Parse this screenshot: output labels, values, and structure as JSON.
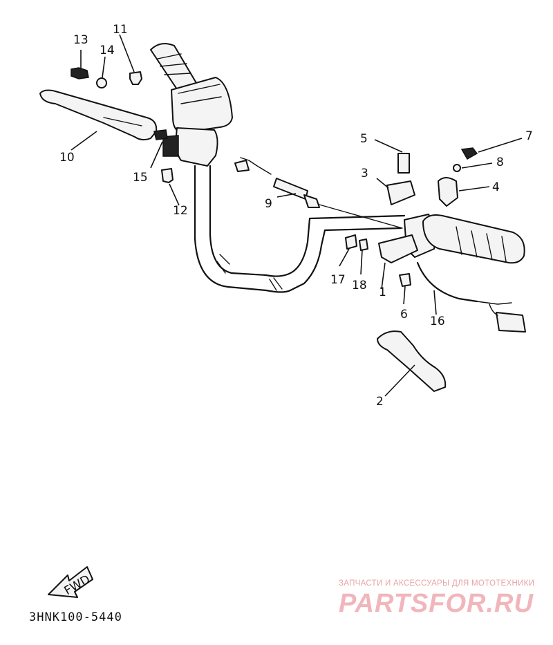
{
  "callouts": [
    "1",
    "2",
    "3",
    "4",
    "5",
    "6",
    "7",
    "8",
    "9",
    "10",
    "11",
    "12",
    "13",
    "14",
    "15",
    "16",
    "17",
    "18"
  ],
  "fwd_label": "FWD",
  "diagram_code": "3HNK100-5440",
  "watermark": {
    "tagline": "ЗАПЧАСТИ И АКСЕССУАРЫ ДЛЯ МОТОТЕХНИКИ",
    "brand": "PARTSFOR.RU",
    "color": "#f1b6bb"
  },
  "line_color": "#111111"
}
